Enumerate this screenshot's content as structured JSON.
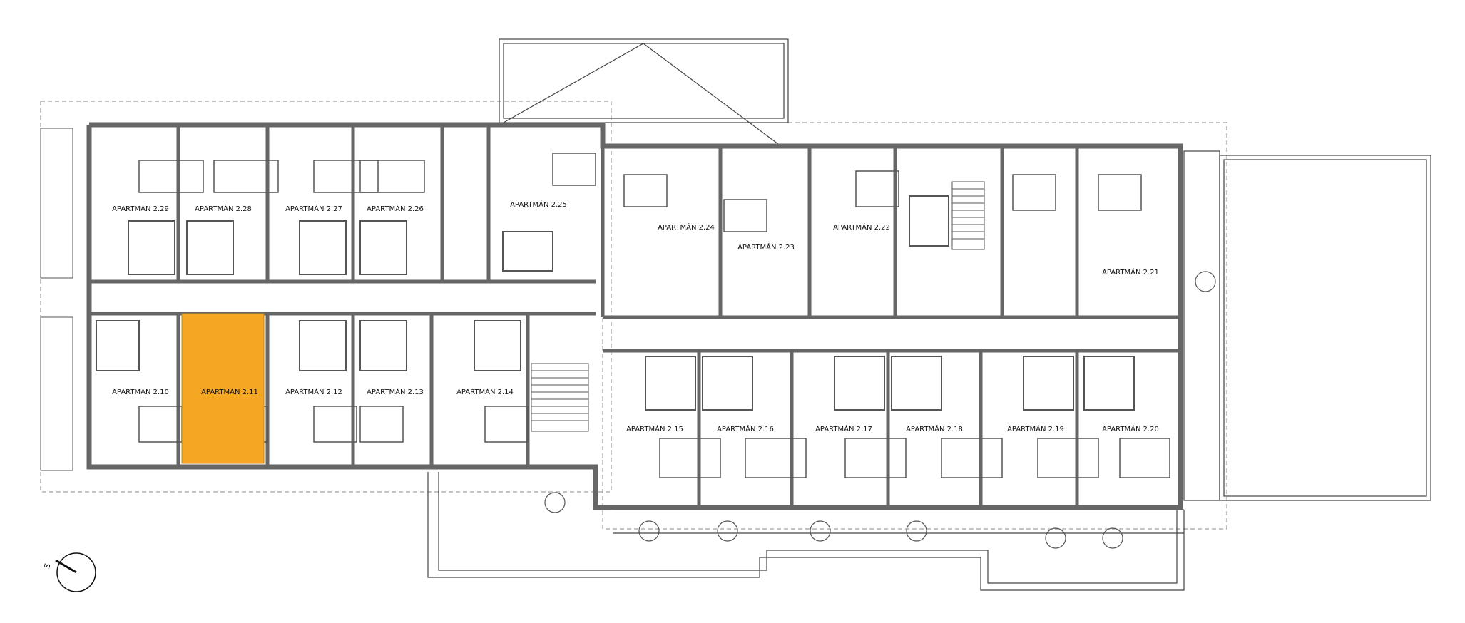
{
  "plan": {
    "highlight_color": "#F5A623",
    "wall_color": "#666666",
    "line_color": "#444444",
    "highlighted_unit": "APARTMÁN 2.11",
    "apartments": [
      {
        "id": "2.29",
        "label": "APARTMÁN 2.29"
      },
      {
        "id": "2.28",
        "label": "APARTMÁN 2.28"
      },
      {
        "id": "2.27",
        "label": "APARTMÁN 2.27"
      },
      {
        "id": "2.26",
        "label": "APARTMÁN 2.26"
      },
      {
        "id": "2.25",
        "label": "APARTMÁN 2.25"
      },
      {
        "id": "2.24",
        "label": "APARTMÁN 2.24"
      },
      {
        "id": "2.23",
        "label": "APARTMÁN 2.23"
      },
      {
        "id": "2.22",
        "label": "APARTMÁN 2.22"
      },
      {
        "id": "2.21",
        "label": "APARTMÁN 2.21"
      },
      {
        "id": "2.10",
        "label": "APARTMÁN 2.10"
      },
      {
        "id": "2.11",
        "label": "APARTMÁN 2.11"
      },
      {
        "id": "2.12",
        "label": "APARTMÁN 2.12"
      },
      {
        "id": "2.13",
        "label": "APARTMÁN 2.13"
      },
      {
        "id": "2.14",
        "label": "APARTMÁN 2.14"
      },
      {
        "id": "2.15",
        "label": "APARTMÁN 2.15"
      },
      {
        "id": "2.16",
        "label": "APARTMÁN 2.16"
      },
      {
        "id": "2.17",
        "label": "APARTMÁN 2.17"
      },
      {
        "id": "2.18",
        "label": "APARTMÁN 2.18"
      },
      {
        "id": "2.19",
        "label": "APARTMÁN 2.19"
      },
      {
        "id": "2.20",
        "label": "APARTMÁN 2.20"
      }
    ],
    "compass": {
      "letter": "S"
    }
  }
}
